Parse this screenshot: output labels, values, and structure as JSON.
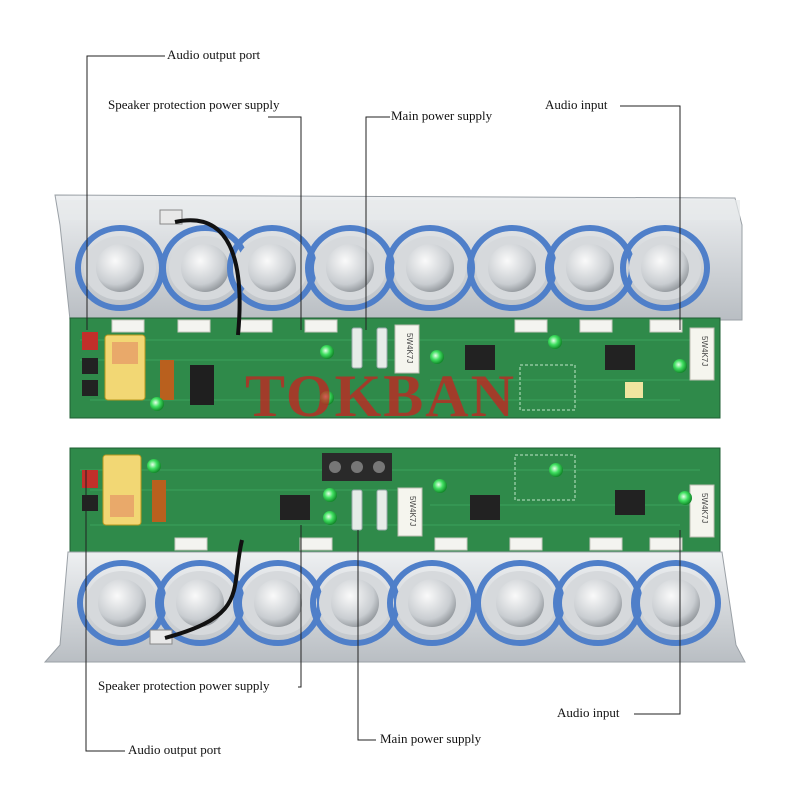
{
  "callouts": {
    "top_audio_output": "Audio output port",
    "top_speaker_protection": "Speaker protection power supply",
    "top_main_power": "Main power supply",
    "top_audio_input": "Audio input",
    "bottom_speaker_protection": "Speaker protection power supply",
    "bottom_audio_input": "Audio input",
    "bottom_audio_output": "Audio output port",
    "bottom_main_power": "Main power supply"
  },
  "watermark": "TOKBAN",
  "resistor_label": "5W4K7J",
  "colors": {
    "pcb": "#2f8a4a",
    "heatsink": "#d9dde0",
    "transistor_ring": "#4f7fc9",
    "watermark": "#cd1e1e",
    "led": "#3fe060"
  }
}
